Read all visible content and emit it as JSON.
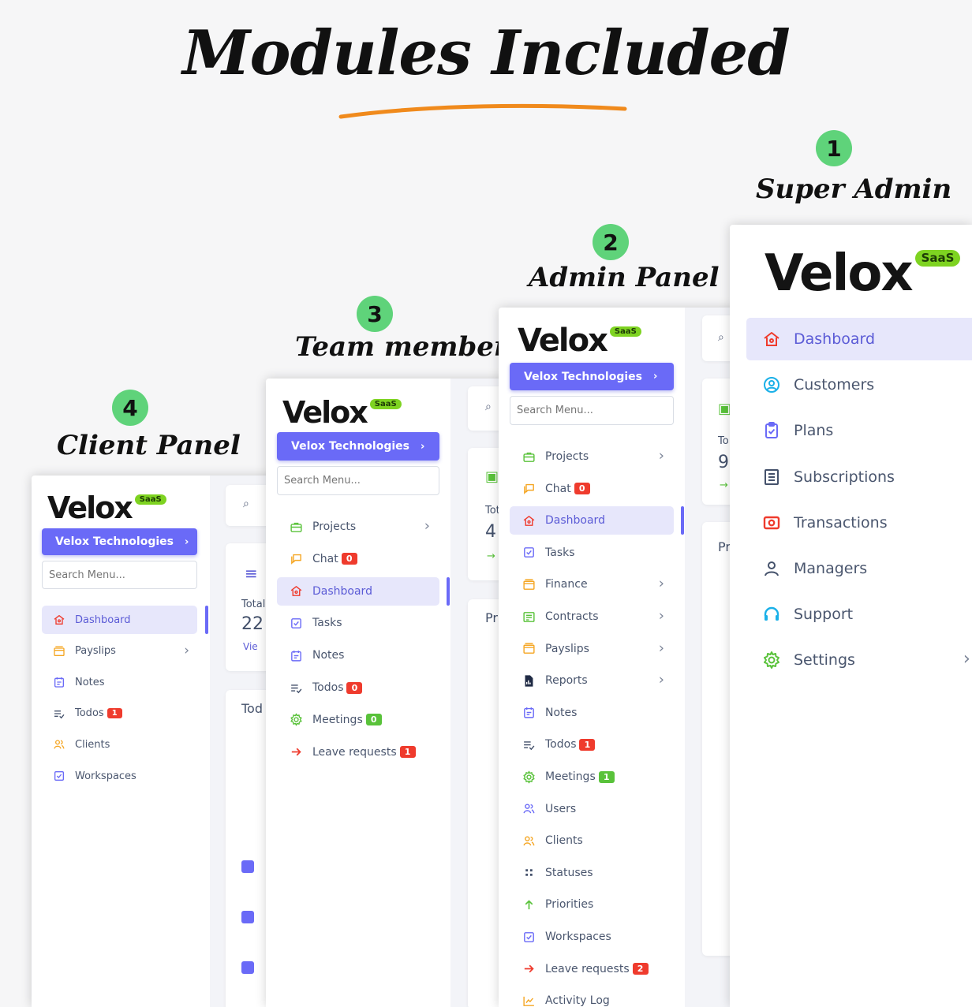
{
  "title": "Modules Included",
  "colors": {
    "accent": "#6a6af7",
    "badge_red": "#ef3b2d",
    "badge_green": "#59c23a",
    "step_green": "#5fd37a"
  },
  "panels": {
    "super_admin": {
      "number": "1",
      "label": "Super Admin",
      "logo": {
        "word": "Velox",
        "tag": "SaaS"
      },
      "menu": [
        {
          "label": "Dashboard",
          "icon": "home-icon",
          "active": true
        },
        {
          "label": "Customers",
          "icon": "user-circle-icon"
        },
        {
          "label": "Plans",
          "icon": "clipboard-check-icon"
        },
        {
          "label": "Subscriptions",
          "icon": "list-icon"
        },
        {
          "label": "Transactions",
          "icon": "camera-icon"
        },
        {
          "label": "Managers",
          "icon": "user-icon"
        },
        {
          "label": "Support",
          "icon": "headset-icon"
        },
        {
          "label": "Settings",
          "icon": "gear-icon",
          "chevron": true
        }
      ]
    },
    "admin": {
      "number": "2",
      "label": "Admin Panel",
      "logo": {
        "word": "Velox",
        "tag": "SaaS"
      },
      "company": "Velox Technologies",
      "search_placeholder": "Search Menu...",
      "menu": [
        {
          "label": "Projects",
          "icon": "briefcase-icon",
          "chevron": true
        },
        {
          "label": "Chat",
          "icon": "chat-icon",
          "badge": "0",
          "badge_color": "red"
        },
        {
          "label": "Dashboard",
          "icon": "home-icon",
          "active": true
        },
        {
          "label": "Tasks",
          "icon": "checkbox-icon"
        },
        {
          "label": "Finance",
          "icon": "wallet-icon",
          "chevron": true
        },
        {
          "label": "Contracts",
          "icon": "contract-icon",
          "chevron": true
        },
        {
          "label": "Payslips",
          "icon": "wallet-icon",
          "chevron": true
        },
        {
          "label": "Reports",
          "icon": "report-icon",
          "chevron": true
        },
        {
          "label": "Notes",
          "icon": "notes-icon"
        },
        {
          "label": "Todos",
          "icon": "todo-icon",
          "badge": "1",
          "badge_color": "red"
        },
        {
          "label": "Meetings",
          "icon": "gear-icon",
          "badge": "1",
          "badge_color": "green"
        },
        {
          "label": "Users",
          "icon": "users-icon"
        },
        {
          "label": "Clients",
          "icon": "clients-icon"
        },
        {
          "label": "Statuses",
          "icon": "grid-dots-icon"
        },
        {
          "label": "Priorities",
          "icon": "arrow-up-icon"
        },
        {
          "label": "Workspaces",
          "icon": "checkbox-icon"
        },
        {
          "label": "Leave requests",
          "icon": "arrow-right-icon",
          "badge": "2",
          "badge_color": "red"
        },
        {
          "label": "Activity Log",
          "icon": "chart-line-icon"
        }
      ],
      "fragments": {
        "total": "To",
        "value": "9",
        "section": "Pr"
      }
    },
    "team": {
      "number": "3",
      "label": "Team member",
      "logo": {
        "word": "Velox",
        "tag": "SaaS"
      },
      "company": "Velox Technologies",
      "search_placeholder": "Search Menu...",
      "menu": [
        {
          "label": "Projects",
          "icon": "briefcase-icon",
          "chevron": true
        },
        {
          "label": "Chat",
          "icon": "chat-icon",
          "badge": "0",
          "badge_color": "red"
        },
        {
          "label": "Dashboard",
          "icon": "home-icon",
          "active": true
        },
        {
          "label": "Tasks",
          "icon": "checkbox-icon"
        },
        {
          "label": "Notes",
          "icon": "notes-icon"
        },
        {
          "label": "Todos",
          "icon": "todo-icon",
          "badge": "0",
          "badge_color": "red"
        },
        {
          "label": "Meetings",
          "icon": "gear-icon",
          "badge": "0",
          "badge_color": "green"
        },
        {
          "label": "Leave requests",
          "icon": "arrow-right-icon",
          "badge": "1",
          "badge_color": "red"
        }
      ],
      "fragments": {
        "total": "Tot",
        "value": "4",
        "section": "Pr"
      }
    },
    "client": {
      "number": "4",
      "label": "Client Panel",
      "logo": {
        "word": "Velox",
        "tag": "SaaS"
      },
      "company": "Velox Technologies",
      "search_placeholder": "Search Menu...",
      "menu": [
        {
          "label": "Dashboard",
          "icon": "home-icon",
          "active": true
        },
        {
          "label": "Payslips",
          "icon": "wallet-icon",
          "chevron": true
        },
        {
          "label": "Notes",
          "icon": "notes-icon"
        },
        {
          "label": "Todos",
          "icon": "todo-icon",
          "badge": "1",
          "badge_color": "red"
        },
        {
          "label": "Clients",
          "icon": "clients-icon"
        },
        {
          "label": "Workspaces",
          "icon": "checkbox-icon"
        }
      ],
      "fragments": {
        "total": "Total",
        "value": "22",
        "view": "Vie",
        "section": "Tod"
      }
    }
  }
}
